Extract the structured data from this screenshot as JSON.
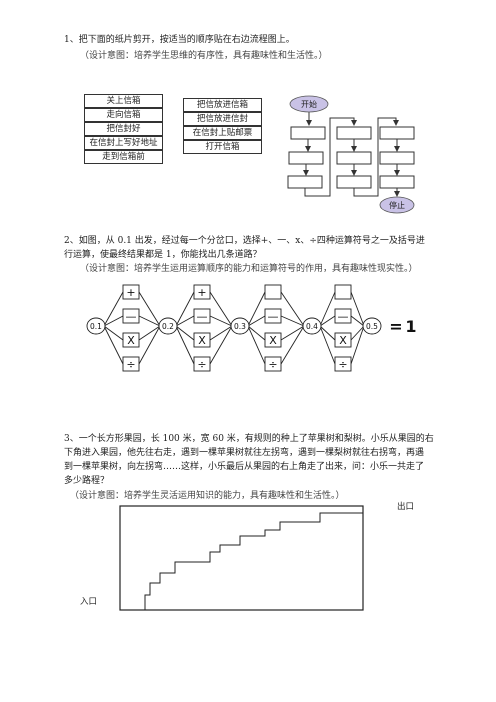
{
  "q1": {
    "title": "1、把下面的纸片剪开，按适当的顺序贴在右边流程图上。",
    "note": "（设计意图：培养学生思维的有序性，具有趣味性和生活性。）",
    "slips_left": [
      "关上信箱",
      "走向信箱",
      "把信封好",
      "在信封上写好地址",
      "走到信箱前"
    ],
    "slips_right": [
      "把信放进信箱",
      "把信放进信封",
      "在信封上贴邮票",
      "打开信箱"
    ],
    "start_label": "开始",
    "stop_label": "停止"
  },
  "q2": {
    "title_line1": "2、如图，从 0.1 出发，经过每一个分岔口，选择+、一、x、÷四种运算符号之一及括号进",
    "title_line2": "行运算，使最终结果都是 1，你能找出几条道路？",
    "note": "（设计意图：培养学生运用运算顺序的能力和运算符号的作用，具有趣味性现实性。）",
    "nodes": [
      "0.1",
      "0.2",
      "0.3",
      "0.4",
      "0.5"
    ],
    "ops_columns": [
      [
        "+",
        "—",
        "X",
        "÷"
      ],
      [
        "+",
        "—",
        "X",
        "÷"
      ],
      [
        "",
        "—",
        "X",
        "÷"
      ],
      [
        "",
        "—",
        "X",
        "÷"
      ]
    ],
    "equals": "=",
    "result": "1"
  },
  "q3": {
    "title_line1": "3、一个长方形果园，长 100 米，宽 60 米，有规则的种上了苹果树和梨树。小乐从果园的右",
    "title_line2": "下角进入果园，他先往右走，遇到一棵苹果树就往左拐弯，遇到一棵梨树就往右拐弯，再遇",
    "title_line3": "到一棵苹果树，向左拐弯……这样，小乐最后从果园的右上角走了出来，问：小乐一共走了",
    "title_line4": "多少路程？",
    "note": "（设计意图：培养学生灵活运用知识的能力，具有趣味性和生活性。）",
    "entrance_label": "入口",
    "exit_label": "出口"
  }
}
